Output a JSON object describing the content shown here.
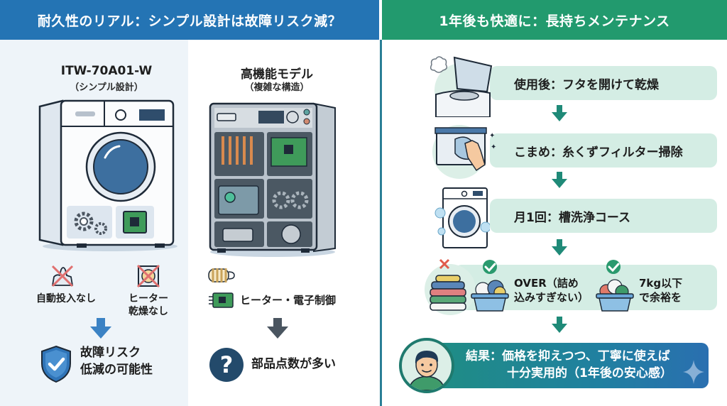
{
  "left_panel": {
    "header": "耐久性のリアル：シンプル設計は故障リスク減？",
    "simple_model": {
      "title": "ITW-70A01-W",
      "subtitle": "（シンプル設計）",
      "features_absent": [
        {
          "label": "自動投入なし",
          "icon": "detergent-crossed-icon"
        },
        {
          "label_line1": "ヒーター",
          "label_line2": "乾燥なし",
          "icon": "heater-crossed-icon"
        }
      ],
      "result_line1": "故障リスク",
      "result_line2": "低減の可能性",
      "result_icon": "shield-check-icon"
    },
    "complex_model": {
      "title": "高機能モデル",
      "subtitle": "（複雑な構造）",
      "feature_label": "ヒーター・電子制御",
      "result": "部品点数が多い",
      "result_icon": "question-icon"
    }
  },
  "right_panel": {
    "header": "1年後も快適に：長持ちメンテナンス",
    "steps": [
      {
        "label": "使用後：フタを開けて乾燥",
        "icon": "open-lid-washer-icon"
      },
      {
        "label": "こまめ：糸くずフィルター掃除",
        "icon": "filter-cleaning-icon"
      },
      {
        "label": "月1回：槽洗浄コース",
        "icon": "drum-washer-bubbles-icon"
      },
      {
        "label_a_line1": "OVER（詰め",
        "label_a_line2": "込みすぎない）",
        "label_b_line1": "7kg以下",
        "label_b_line2": "で余裕を",
        "icon": "laundry-basket-icon"
      }
    ],
    "final": {
      "line1": "結果：価格を抑えつつ、丁寧に使えば",
      "line2": "十分実用的（1年後の安心感）",
      "icon": "person-avatar-icon"
    }
  },
  "colors": {
    "blue_header": "#2474b4",
    "green_header": "#229a6e",
    "step_bar": "#d4ede4",
    "arrow_teal": "#1f8a78",
    "arrow_blue": "#3b82c4",
    "arrow_gray": "#4a5560"
  }
}
